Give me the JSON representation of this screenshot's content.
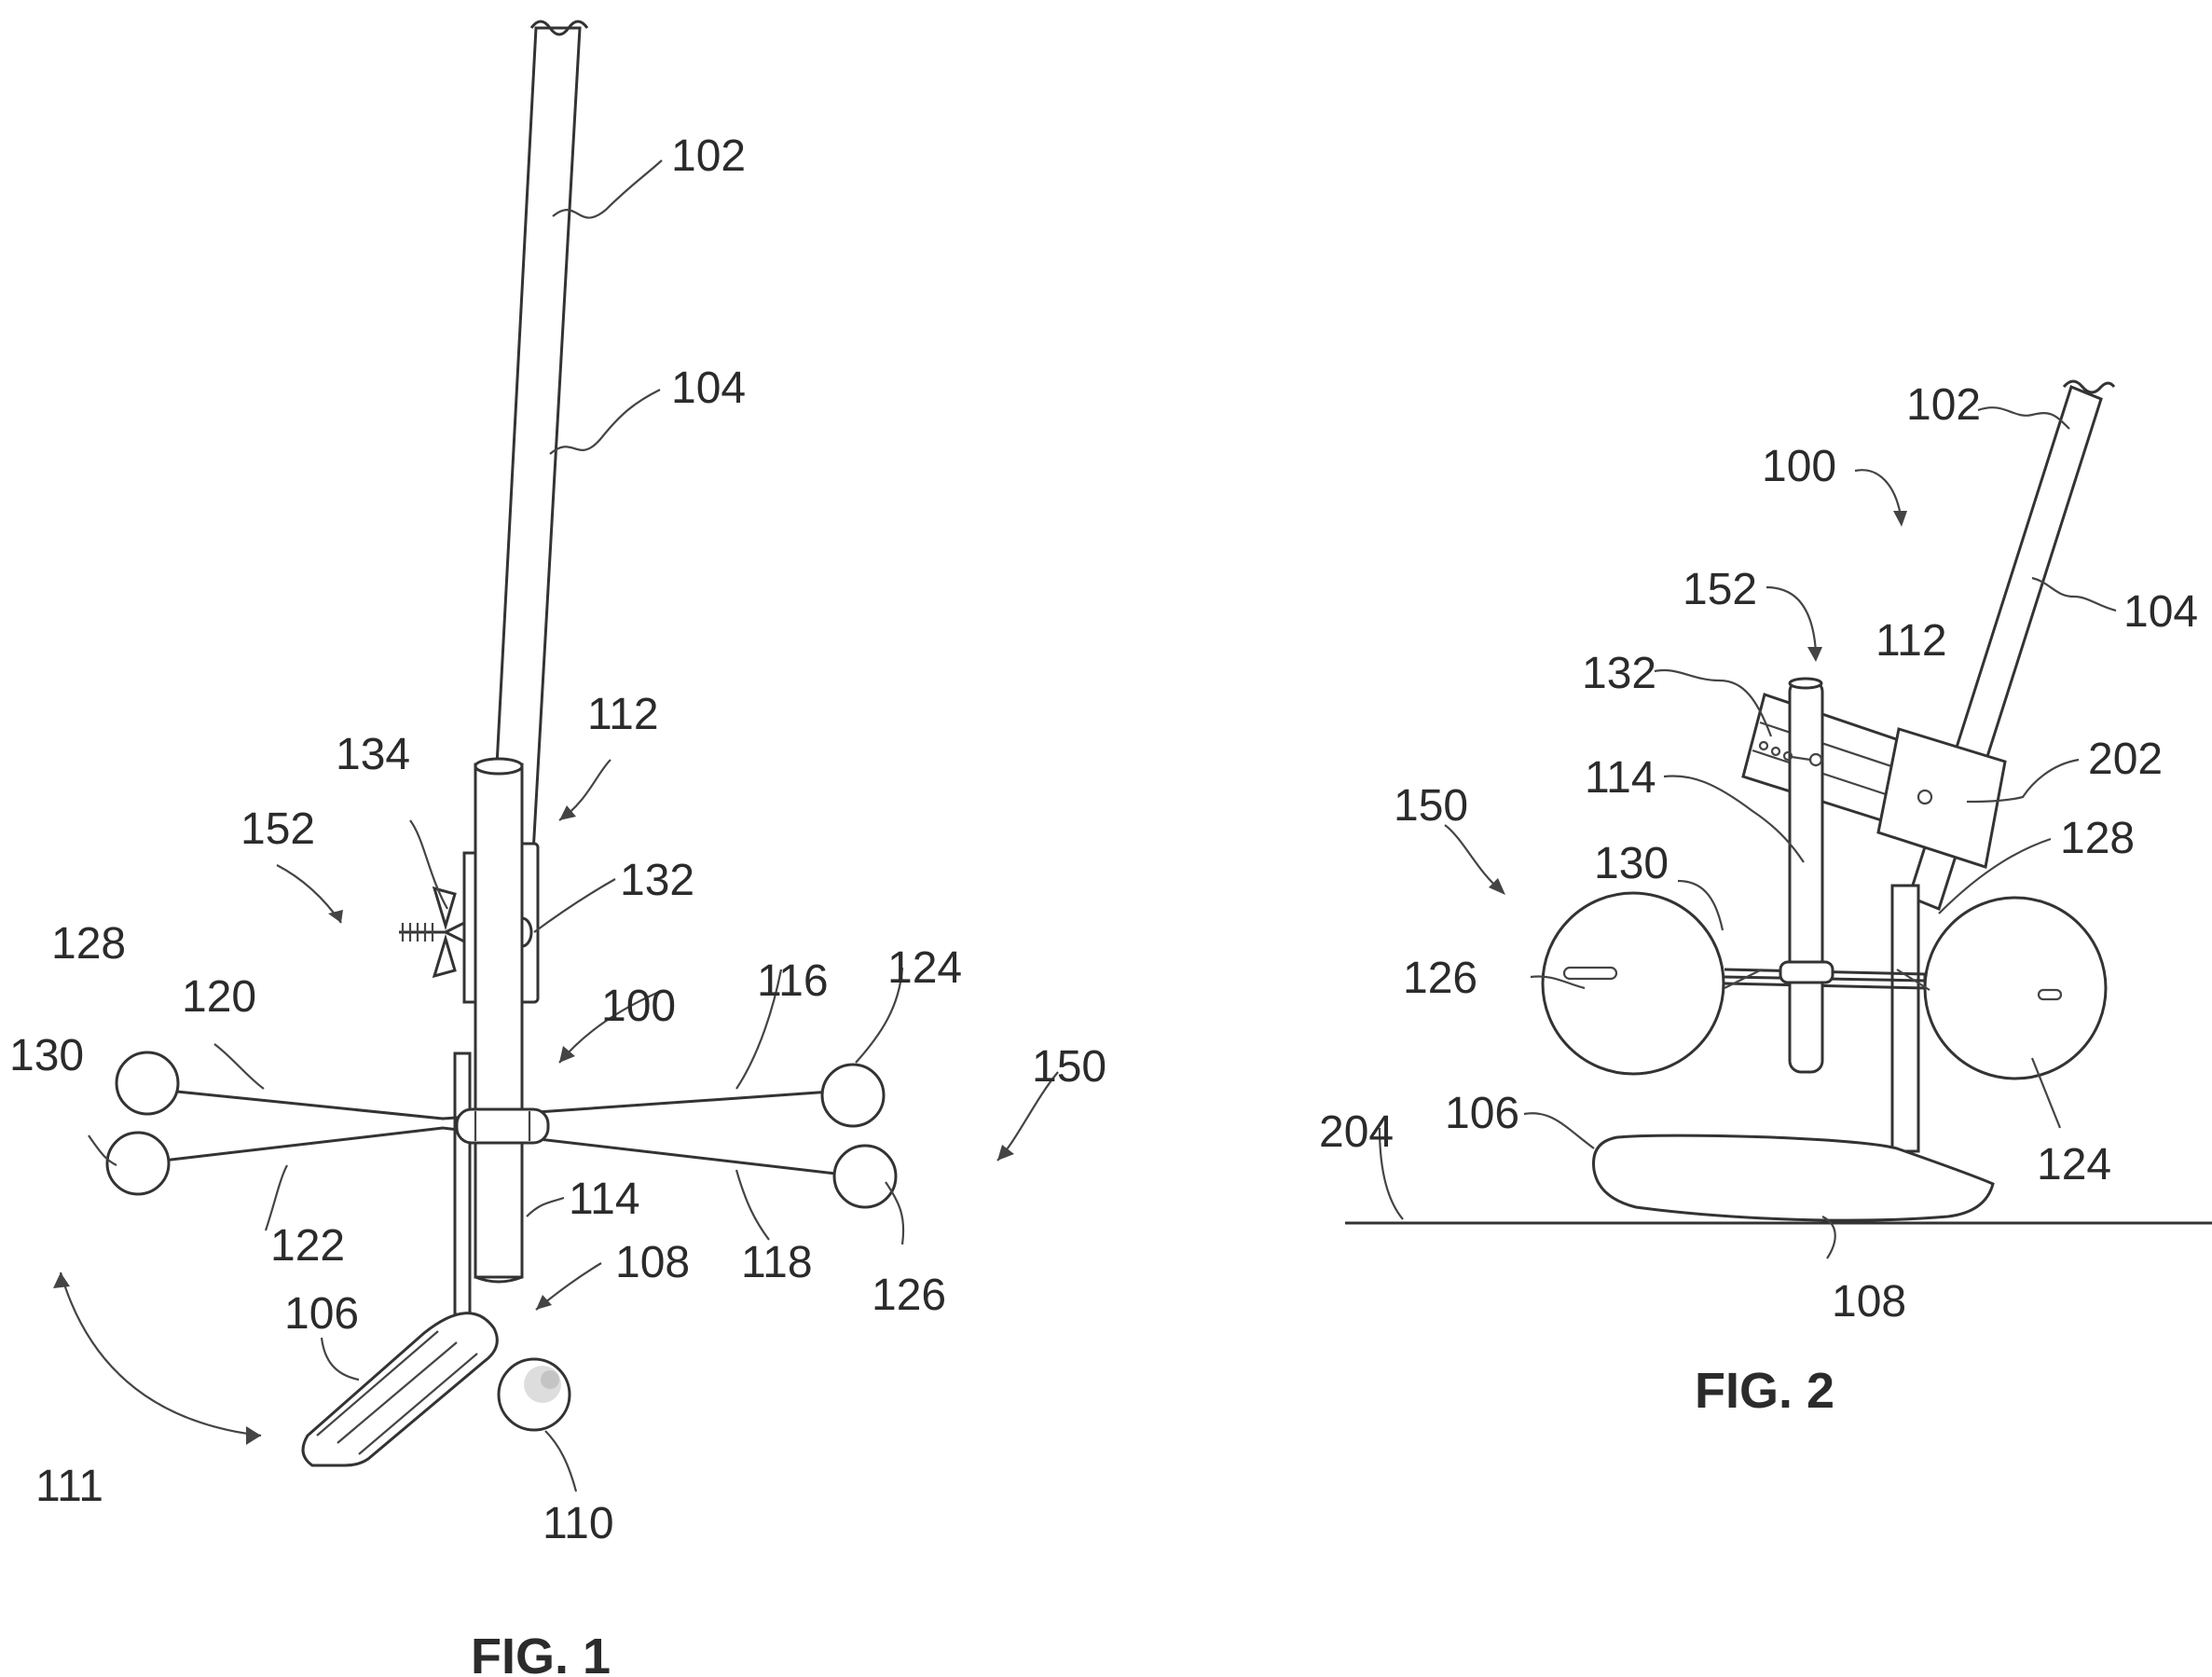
{
  "figures": [
    {
      "label": "FIG. 1",
      "refs": {
        "r102": "102",
        "r104": "104",
        "r112": "112",
        "r134": "134",
        "r152": "152",
        "r132": "132",
        "r128": "128",
        "r120": "120",
        "r130": "130",
        "r116": "116",
        "r124": "124",
        "r100": "100",
        "r150": "150",
        "r114": "114",
        "r122": "122",
        "r118": "118",
        "r126": "126",
        "r108": "108",
        "r106": "106",
        "r111": "111",
        "r110": "110"
      }
    },
    {
      "label": "FIG. 2",
      "refs": {
        "r102": "102",
        "r100": "100",
        "r104": "104",
        "r152": "152",
        "r112": "112",
        "r132": "132",
        "r202": "202",
        "r114": "114",
        "r150": "150",
        "r130": "130",
        "r128": "128",
        "r126": "126",
        "r204": "204",
        "r106": "106",
        "r124": "124",
        "r108": "108"
      }
    }
  ]
}
